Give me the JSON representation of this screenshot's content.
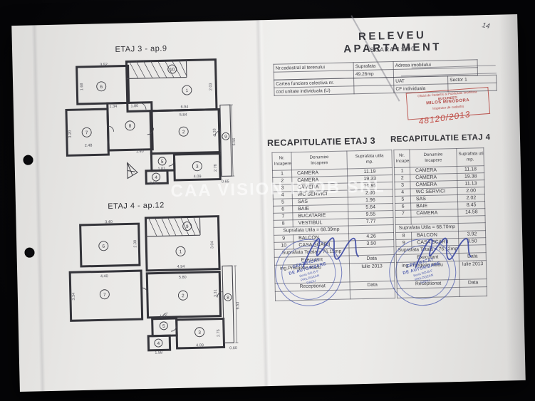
{
  "page": {
    "number": "14"
  },
  "watermark": "CAA VISION IMOB SRL",
  "header": {
    "title": "RELEVEU APARTAMENT",
    "scale": "SCARA 1:100"
  },
  "cadastral": {
    "nr_cadastral_label": "Nr.cadastral al terenului",
    "suprafata_label": "Suprafata",
    "suprafata_value": "49.26mp",
    "adresa_label": "Adresa imobilului",
    "carte_funciara_label": "Cartea funciara colectiva nr.",
    "uat_label": "UAT",
    "uat_value": "Sector 1",
    "cod_unitate_label": "cod unitate individuala (U)",
    "cf_individuala_label": "CF individuala"
  },
  "stamp_red": {
    "line1": "Oficiul de Cadastru si Publicitate Imobiliara",
    "line2": "BUCURESTI",
    "line3": "MILOS MINODORA",
    "line4": "Inspector de cadastru",
    "number": "48120/2013",
    "color": "#b23832"
  },
  "stamp_blue": {
    "line1": "CERTIFICAT",
    "line2": "DE AUTORIZARE",
    "line3": "Seria RO-B-F",
    "line4": "PRILOGEAN",
    "line5": "RADU",
    "color": "#3e4eaa"
  },
  "recap3": {
    "title": "RECAPITULATIE ETAJ 3",
    "h_nr1": "Nr.",
    "h_nr2": "Incapere",
    "h_den1": "Denumire",
    "h_den2": "Incapere",
    "h_sup1": "Suprafata utila",
    "h_sup2": "mp.",
    "rows": [
      [
        "1",
        "CAMERA",
        "11.19"
      ],
      [
        "2",
        "CAMERA",
        "19.33"
      ],
      [
        "3",
        "CAMERA",
        "10.95"
      ],
      [
        "4",
        "WC SERVICI",
        "2.00"
      ],
      [
        "5",
        "SAS",
        "1.96"
      ],
      [
        "6",
        "BAIE",
        "5.64"
      ],
      [
        "7",
        "BUCATARIE",
        "9.55"
      ],
      [
        "8",
        "VESTIBUL",
        "7.77"
      ]
    ],
    "utila": "Suprafata Utila = 68.39mp",
    "rows2": [
      [
        "9",
        "BALCON",
        "4.26"
      ],
      [
        "10",
        "CASA SCARII",
        "3.50"
      ]
    ],
    "totala": "Suprafata Totala = 76.15mp",
    "executant_label": "Executant",
    "data_label": "Data",
    "executant_name": "ing.Prilogean Radu",
    "executant_date": "Iulie 2013",
    "receptionat_label": "Receptionat",
    "receptionat_data_label": "Data"
  },
  "recap4": {
    "title": "RECAPITULATIE ETAJ 4",
    "h_nr1": "Nr.",
    "h_nr2": "Incapere",
    "h_den1": "Denumire",
    "h_den2": "Incapere",
    "h_sup1": "Suprafata utila",
    "h_sup2": "mp.",
    "rows": [
      [
        "1",
        "CAMERA",
        "11.18"
      ],
      [
        "2",
        "CAMERA",
        "19.38"
      ],
      [
        "3",
        "CAMERA",
        "11.13"
      ],
      [
        "4",
        "WC SERVICI",
        "2.00"
      ],
      [
        "5",
        "SAS",
        "2.02"
      ],
      [
        "6",
        "BAIE",
        "8.45"
      ],
      [
        "7",
        "CAMERA",
        "14.58"
      ],
      [
        "",
        "",
        ""
      ]
    ],
    "utila": "Suprafata Utila = 68.70mp",
    "rows2": [
      [
        "8",
        "BALCON",
        "3.92"
      ],
      [
        "9",
        "CASA SCARII",
        "3.50"
      ]
    ],
    "totala": "Suprafata Totala = 76.12mp",
    "executant_label": "Executant",
    "data_label": "Data",
    "executant_name": "ing.Prilogean Radu",
    "executant_date": "Iulie 2013",
    "receptionat_label": "Receptionat",
    "receptionat_data_label": "Data"
  },
  "plans": {
    "etaj3": {
      "title": "ETAJ 3 - ap.9",
      "rooms": [
        "1",
        "2",
        "3",
        "4",
        "5",
        "6",
        "7",
        "8",
        "9",
        "10"
      ],
      "dims": [
        "3.52",
        "1.68",
        "1.34",
        "1.80",
        "6.94",
        "2.03",
        "5.84",
        "3.33",
        "2.48",
        "3.20",
        "1.40",
        "1.01",
        "0.58",
        "2.76",
        "4.09",
        "6.56",
        "0.65"
      ]
    },
    "etaj4": {
      "title": "ETAJ 4 - ap.12",
      "rooms": [
        "1",
        "2",
        "3",
        "4",
        "5",
        "6",
        "7",
        "8",
        "9"
      ],
      "dims": [
        "3.40",
        "2.38",
        "4.94",
        "3.04",
        "4.40",
        "3.34",
        "5.80",
        "3.31",
        "1.06",
        "1.58",
        "2.75",
        "4.09",
        "6.53",
        "0.60"
      ]
    }
  }
}
